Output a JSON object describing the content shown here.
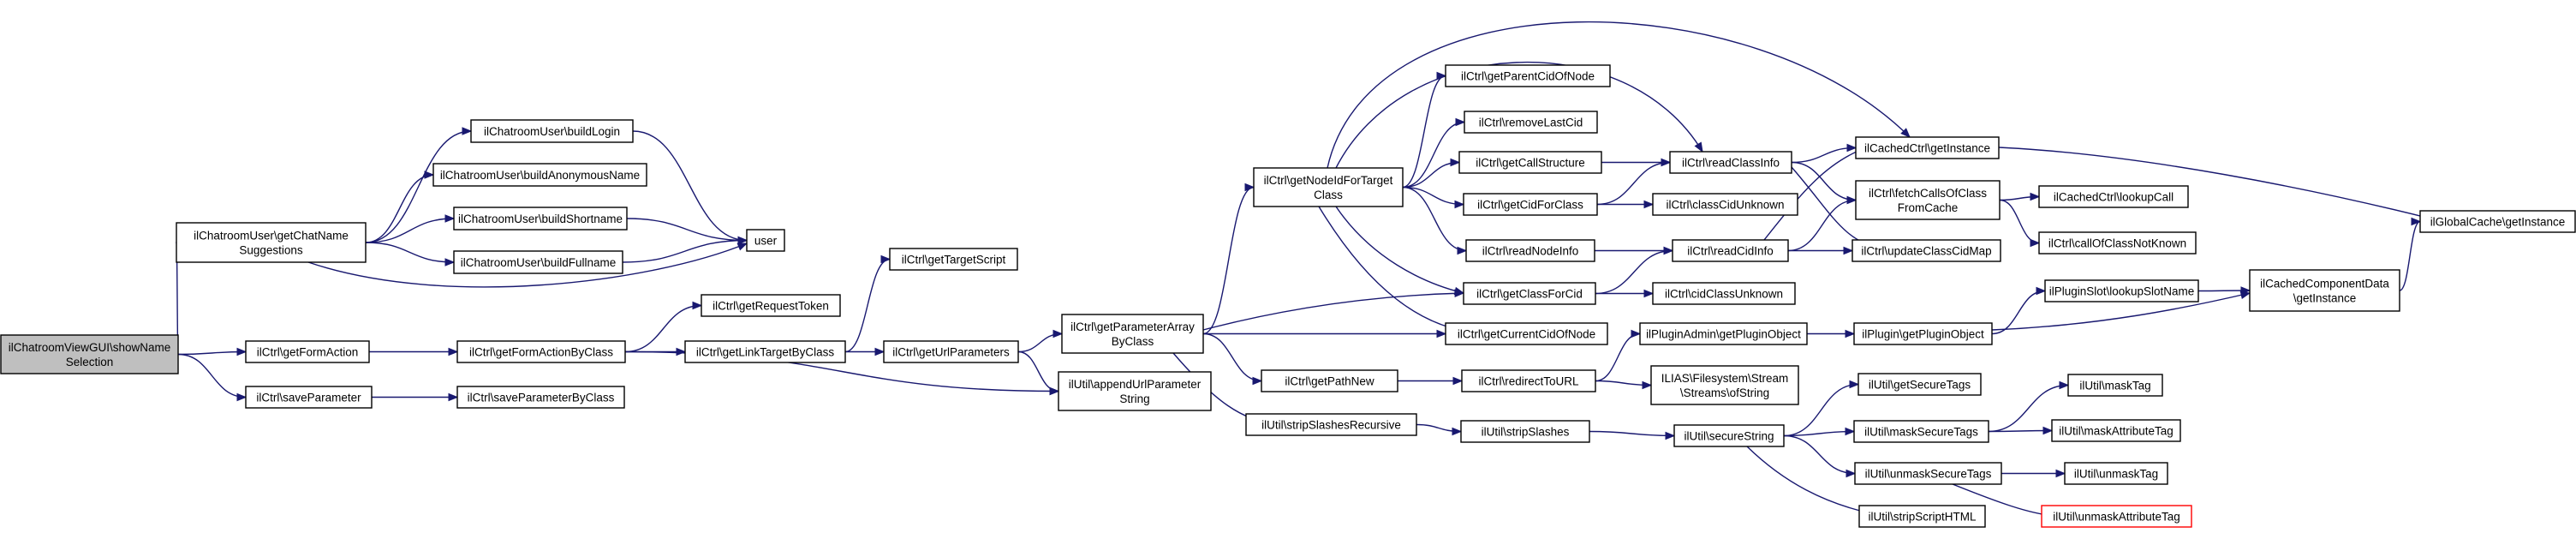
{
  "graph": {
    "nodes": [
      {
        "id": "n_root",
        "lines": [
          "ilChatroomViewGUI\\showName",
          "Selection"
        ],
        "kind": "root"
      },
      {
        "id": "n_getChatNameSug",
        "lines": [
          "ilChatroomUser\\getChatName",
          "Suggestions"
        ]
      },
      {
        "id": "n_getFormAction",
        "lines": [
          "ilCtrl\\getFormAction"
        ]
      },
      {
        "id": "n_saveParameter",
        "lines": [
          "ilCtrl\\saveParameter"
        ]
      },
      {
        "id": "n_buildLogin",
        "lines": [
          "ilChatroomUser\\buildLogin"
        ]
      },
      {
        "id": "n_buildAnon",
        "lines": [
          "ilChatroomUser\\buildAnonymousName"
        ]
      },
      {
        "id": "n_buildShort",
        "lines": [
          "ilChatroomUser\\buildShortname"
        ]
      },
      {
        "id": "n_buildFull",
        "lines": [
          "ilChatroomUser\\buildFullname"
        ]
      },
      {
        "id": "n_user",
        "lines": [
          "user"
        ]
      },
      {
        "id": "n_getReqToken",
        "lines": [
          "ilCtrl\\getRequestToken"
        ]
      },
      {
        "id": "n_getFormActByClass",
        "lines": [
          "ilCtrl\\getFormActionByClass"
        ]
      },
      {
        "id": "n_saveParamByClass",
        "lines": [
          "ilCtrl\\saveParameterByClass"
        ]
      },
      {
        "id": "n_getLinkTarget",
        "lines": [
          "ilCtrl\\getLinkTargetByClass"
        ]
      },
      {
        "id": "n_getTargetScript",
        "lines": [
          "ilCtrl\\getTargetScript"
        ]
      },
      {
        "id": "n_getUrlParams",
        "lines": [
          "ilCtrl\\getUrlParameters"
        ]
      },
      {
        "id": "n_getParamArray",
        "lines": [
          "ilCtrl\\getParameterArray",
          "ByClass"
        ]
      },
      {
        "id": "n_appendUrlParam",
        "lines": [
          "ilUtil\\appendUrlParameter",
          "String"
        ]
      },
      {
        "id": "n_getNodeIdForTarget",
        "lines": [
          "ilCtrl\\getNodeIdForTarget",
          "Class"
        ]
      },
      {
        "id": "n_getPathNew",
        "lines": [
          "ilCtrl\\getPathNew"
        ]
      },
      {
        "id": "n_stripSlashesRec",
        "lines": [
          "ilUtil\\stripSlashesRecursive"
        ]
      },
      {
        "id": "n_getParentCid",
        "lines": [
          "ilCtrl\\getParentCidOfNode"
        ]
      },
      {
        "id": "n_removeLastCid",
        "lines": [
          "ilCtrl\\removeLastCid"
        ]
      },
      {
        "id": "n_getCallStructure",
        "lines": [
          "ilCtrl\\getCallStructure"
        ]
      },
      {
        "id": "n_getCidForClass",
        "lines": [
          "ilCtrl\\getCidForClass"
        ]
      },
      {
        "id": "n_readNodeInfo",
        "lines": [
          "ilCtrl\\readNodeInfo"
        ]
      },
      {
        "id": "n_getClassForCid",
        "lines": [
          "ilCtrl\\getClassForCid"
        ]
      },
      {
        "id": "n_getCurrentCid",
        "lines": [
          "ilCtrl\\getCurrentCidOfNode"
        ]
      },
      {
        "id": "n_redirectToURL",
        "lines": [
          "ilCtrl\\redirectToURL"
        ]
      },
      {
        "id": "n_stripSlashes",
        "lines": [
          "ilUtil\\stripSlashes"
        ]
      },
      {
        "id": "n_readClassInfo",
        "lines": [
          "ilCtrl\\readClassInfo"
        ]
      },
      {
        "id": "n_classCidUnknown",
        "lines": [
          "ilCtrl\\classCidUnknown"
        ]
      },
      {
        "id": "n_readCidInfo",
        "lines": [
          "ilCtrl\\readCidInfo"
        ]
      },
      {
        "id": "n_cidClassUnknown",
        "lines": [
          "ilCtrl\\cidClassUnknown"
        ]
      },
      {
        "id": "n_getPluginObjAdmin",
        "lines": [
          "ilPluginAdmin\\getPluginObject"
        ]
      },
      {
        "id": "n_streamOfString",
        "lines": [
          "ILIAS\\Filesystem\\Stream",
          "\\Streams\\ofString"
        ]
      },
      {
        "id": "n_secureString",
        "lines": [
          "ilUtil\\secureString"
        ]
      },
      {
        "id": "n_cachedGetInstance",
        "lines": [
          "ilCachedCtrl\\getInstance"
        ]
      },
      {
        "id": "n_fetchCalls",
        "lines": [
          "ilCtrl\\fetchCallsOfClass",
          "FromCache"
        ]
      },
      {
        "id": "n_updateClassCidMap",
        "lines": [
          "ilCtrl\\updateClassCidMap"
        ]
      },
      {
        "id": "n_pluginGetPluginObj",
        "lines": [
          "ilPlugin\\getPluginObject"
        ]
      },
      {
        "id": "n_getSecureTags",
        "lines": [
          "ilUtil\\getSecureTags"
        ]
      },
      {
        "id": "n_maskSecureTags",
        "lines": [
          "ilUtil\\maskSecureTags"
        ]
      },
      {
        "id": "n_unmaskSecureTags",
        "lines": [
          "ilUtil\\unmaskSecureTags"
        ]
      },
      {
        "id": "n_stripScriptHTML",
        "lines": [
          "ilUtil\\stripScriptHTML"
        ]
      },
      {
        "id": "n_lookupCall",
        "lines": [
          "ilCachedCtrl\\lookupCall"
        ]
      },
      {
        "id": "n_callOfClassNotKnown",
        "lines": [
          "ilCtrl\\callOfClassNotKnown"
        ]
      },
      {
        "id": "n_lookupSlotName",
        "lines": [
          "ilPluginSlot\\lookupSlotName"
        ]
      },
      {
        "id": "n_cachedCompData",
        "lines": [
          "ilCachedComponentData",
          "\\getInstance"
        ]
      },
      {
        "id": "n_globalCache",
        "lines": [
          "ilGlobalCache\\getInstance"
        ]
      },
      {
        "id": "n_maskTag",
        "lines": [
          "ilUtil\\maskTag"
        ]
      },
      {
        "id": "n_maskAttrTag",
        "lines": [
          "ilUtil\\maskAttributeTag"
        ]
      },
      {
        "id": "n_unmaskTag",
        "lines": [
          "ilUtil\\unmaskTag"
        ]
      },
      {
        "id": "n_unmaskAttrTag",
        "lines": [
          "ilUtil\\unmaskAttributeTag"
        ],
        "kind": "missing"
      }
    ],
    "edges": [
      [
        "n_root",
        "n_getChatNameSug"
      ],
      [
        "n_root",
        "n_getFormAction"
      ],
      [
        "n_root",
        "n_saveParameter"
      ],
      [
        "n_getChatNameSug",
        "n_buildLogin"
      ],
      [
        "n_getChatNameSug",
        "n_buildAnon"
      ],
      [
        "n_getChatNameSug",
        "n_buildShort"
      ],
      [
        "n_getChatNameSug",
        "n_buildFull"
      ],
      [
        "n_getChatNameSug",
        "n_user"
      ],
      [
        "n_buildLogin",
        "n_user"
      ],
      [
        "n_buildShort",
        "n_user"
      ],
      [
        "n_buildFull",
        "n_user"
      ],
      [
        "n_getFormAction",
        "n_getFormActByClass"
      ],
      [
        "n_saveParameter",
        "n_saveParamByClass"
      ],
      [
        "n_getFormActByClass",
        "n_getReqToken"
      ],
      [
        "n_getFormActByClass",
        "n_getLinkTarget"
      ],
      [
        "n_getFormActByClass",
        "n_appendUrlParam"
      ],
      [
        "n_getLinkTarget",
        "n_getTargetScript"
      ],
      [
        "n_getLinkTarget",
        "n_getUrlParams"
      ],
      [
        "n_getUrlParams",
        "n_getParamArray"
      ],
      [
        "n_getUrlParams",
        "n_appendUrlParam"
      ],
      [
        "n_getParamArray",
        "n_getNodeIdForTarget"
      ],
      [
        "n_getParamArray",
        "n_getClassForCid"
      ],
      [
        "n_getParamArray",
        "n_getCurrentCid"
      ],
      [
        "n_getParamArray",
        "n_getPathNew"
      ],
      [
        "n_getParamArray",
        "n_stripSlashesRec"
      ],
      [
        "n_getNodeIdForTarget",
        "n_getParentCid"
      ],
      [
        "n_getNodeIdForTarget",
        "n_removeLastCid"
      ],
      [
        "n_getNodeIdForTarget",
        "n_getCallStructure"
      ],
      [
        "n_getNodeIdForTarget",
        "n_getCidForClass"
      ],
      [
        "n_getNodeIdForTarget",
        "n_readNodeInfo"
      ],
      [
        "n_getNodeIdForTarget",
        "n_getClassForCid"
      ],
      [
        "n_getNodeIdForTarget",
        "n_getCurrentCid"
      ],
      [
        "n_getNodeIdForTarget",
        "n_readClassInfo"
      ],
      [
        "n_getNodeIdForTarget",
        "n_cachedGetInstance"
      ],
      [
        "n_getCallStructure",
        "n_readClassInfo"
      ],
      [
        "n_getCidForClass",
        "n_readClassInfo"
      ],
      [
        "n_getCidForClass",
        "n_classCidUnknown"
      ],
      [
        "n_readNodeInfo",
        "n_readCidInfo"
      ],
      [
        "n_getClassForCid",
        "n_readCidInfo"
      ],
      [
        "n_getClassForCid",
        "n_cidClassUnknown"
      ],
      [
        "n_getPathNew",
        "n_redirectToURL"
      ],
      [
        "n_redirectToURL",
        "n_getPluginObjAdmin"
      ],
      [
        "n_redirectToURL",
        "n_streamOfString"
      ],
      [
        "n_getPluginObjAdmin",
        "n_pluginGetPluginObj"
      ],
      [
        "n_stripSlashesRec",
        "n_stripSlashes"
      ],
      [
        "n_stripSlashes",
        "n_secureString"
      ],
      [
        "n_readClassInfo",
        "n_cachedGetInstance"
      ],
      [
        "n_readClassInfo",
        "n_fetchCalls"
      ],
      [
        "n_readClassInfo",
        "n_updateClassCidMap"
      ],
      [
        "n_readCidInfo",
        "n_cachedGetInstance"
      ],
      [
        "n_readCidInfo",
        "n_fetchCalls"
      ],
      [
        "n_readCidInfo",
        "n_updateClassCidMap"
      ],
      [
        "n_cachedGetInstance",
        "n_globalCache"
      ],
      [
        "n_fetchCalls",
        "n_lookupCall"
      ],
      [
        "n_fetchCalls",
        "n_callOfClassNotKnown"
      ],
      [
        "n_pluginGetPluginObj",
        "n_lookupSlotName"
      ],
      [
        "n_pluginGetPluginObj",
        "n_cachedCompData"
      ],
      [
        "n_lookupSlotName",
        "n_cachedCompData"
      ],
      [
        "n_cachedCompData",
        "n_globalCache"
      ],
      [
        "n_secureString",
        "n_getSecureTags"
      ],
      [
        "n_secureString",
        "n_maskSecureTags"
      ],
      [
        "n_secureString",
        "n_unmaskSecureTags"
      ],
      [
        "n_secureString",
        "n_stripScriptHTML"
      ],
      [
        "n_maskSecureTags",
        "n_maskTag"
      ],
      [
        "n_maskSecureTags",
        "n_maskAttrTag"
      ],
      [
        "n_unmaskSecureTags",
        "n_unmaskTag"
      ],
      [
        "n_unmaskSecureTags",
        "n_unmaskAttrTag"
      ]
    ]
  }
}
